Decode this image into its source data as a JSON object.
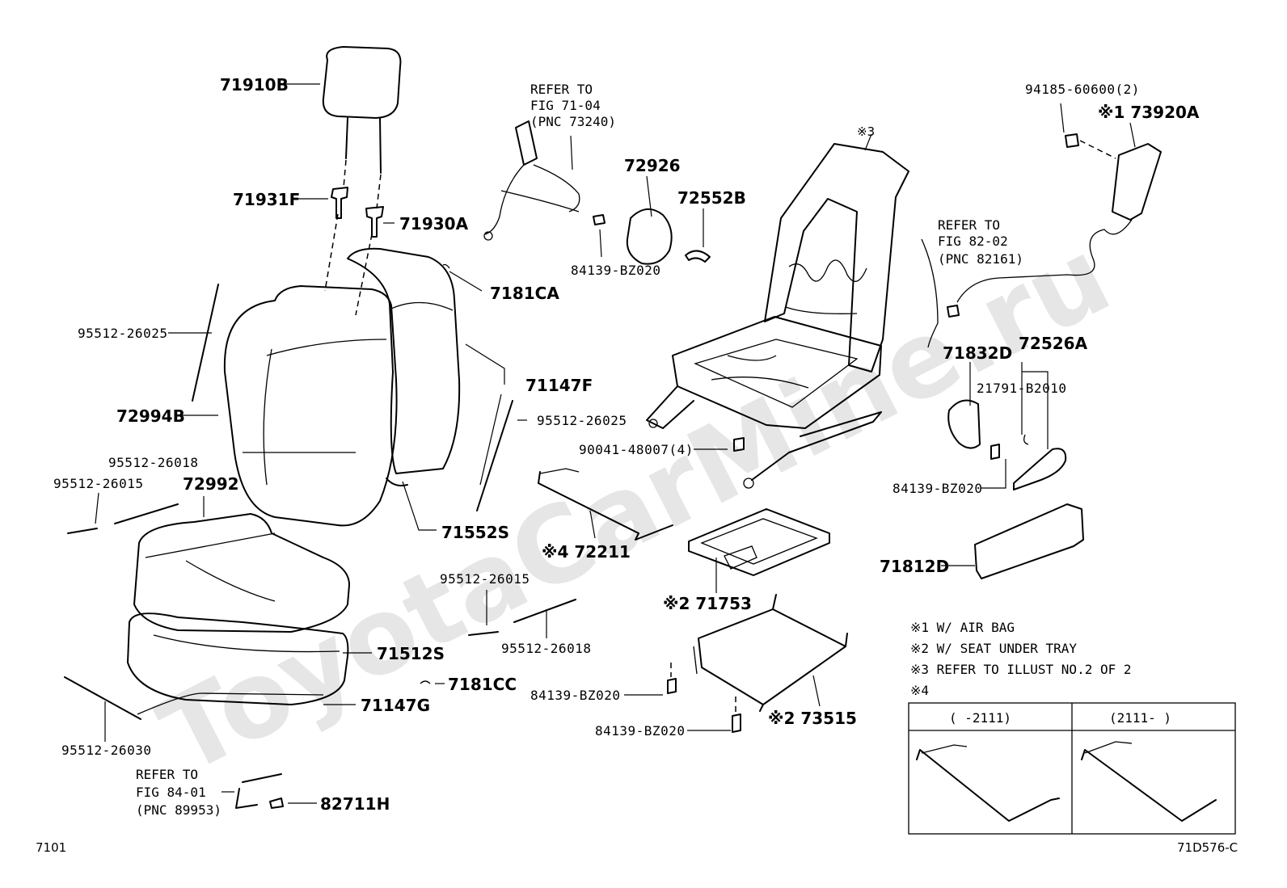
{
  "watermark": "ToyotaCarMine.ru",
  "callouts": {
    "p71910B": "71910B",
    "p71931F": "71931F",
    "p71930A": "71930A",
    "p7181CA": "7181CA",
    "p95512_26025_a": "95512-26025",
    "p72994B": "72994B",
    "p71147F": "71147F",
    "p95512_26025_b": "95512-26025",
    "p95512_26018_a": "95512-26018",
    "p95512_26015_a": "95512-26015",
    "p72992": "72992",
    "p71552S": "71552S",
    "p71512S": "71512S",
    "p7181CC": "7181CC",
    "p71147G": "71147G",
    "p95512_26030": "95512-26030",
    "p82711H": "82711H",
    "p72926": "72926",
    "p72552B": "72552B",
    "p84139_a": "84139-BZ020",
    "p90041": "90041-48007(4)",
    "p72211": "※4 72211",
    "p95512_26015_b": "95512-26015",
    "p95512_26018_b": "95512-26018",
    "p71753": "※2 71753",
    "p84139_b": "84139-BZ020",
    "p84139_c": "84139-BZ020",
    "p73515": "※2 73515",
    "p3": "※3",
    "p94185": "94185-60600(2)",
    "p73920A": "※1 73920A",
    "p71832D": "71832D",
    "p72526A": "72526A",
    "p21791": "21791-B2010",
    "p84139_d": "84139-BZ020",
    "p71812D": "71812D"
  },
  "refers": {
    "r7104": [
      "REFER TO",
      "FIG 71-04",
      "(PNC 73240)"
    ],
    "r8202": [
      "REFER TO",
      "FIG 82-02",
      "(PNC 82161)"
    ],
    "r8401": [
      "REFER TO",
      "FIG 84-01",
      "(PNC 89953)"
    ]
  },
  "notes": [
    "※1 W/ AIR BAG",
    "※2 W/ SEAT UNDER TRAY",
    "※3 REFER TO ILLUST NO.2 OF 2",
    "※4"
  ],
  "variant_table": {
    "col1": "(      -2111)",
    "col2": "(2111-      )"
  },
  "footer": {
    "left": "7101",
    "right": "71D576-C"
  }
}
